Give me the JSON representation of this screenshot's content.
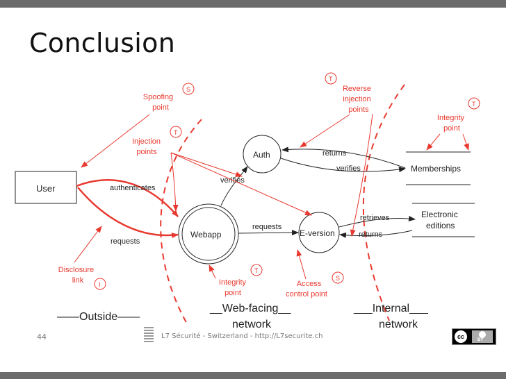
{
  "slide": {
    "title": "Conclusion",
    "page_number": "44",
    "footer_text": "L7 Sécurité - Switzerland - http://L7securite.ch"
  },
  "diagram": {
    "nodes": {
      "user": "User",
      "auth": "Auth",
      "webapp": "Webapp",
      "eversion": "E-version",
      "memberships": "Memberships",
      "electronic_editions": [
        "Electronic",
        "editions"
      ]
    },
    "edges": {
      "authenticates": "authenticates",
      "requests_user": "requests",
      "verifies_webapp": "verifies",
      "requests_webapp": "requests",
      "returns_auth": "returns",
      "verifies_auth": "verifies",
      "retrieves": "retrieves",
      "returns_edition": "returns"
    },
    "zones": {
      "outside": "——Outside——",
      "web_facing_line1": "__Web-facing__",
      "web_facing_line2": "network",
      "internal_line1": "___Internal___",
      "internal_line2": "network"
    },
    "threats": {
      "spoofing": [
        "Spoofing",
        "point"
      ],
      "spoofing_tag": "S",
      "injection": [
        "Injection",
        "points"
      ],
      "injection_tag": "T",
      "reverse_injection": [
        "Reverse",
        "injection",
        "points"
      ],
      "reverse_injection_tag": "T",
      "integrity_internal": [
        "Integrity",
        "point"
      ],
      "integrity_internal_tag": "T",
      "disclosure": [
        "Disclosure",
        "link"
      ],
      "disclosure_tag": "I",
      "integrity_web": [
        "Integrity",
        "point"
      ],
      "integrity_web_tag": "T",
      "access_control": [
        "Access",
        "control point"
      ],
      "access_control_tag": "S"
    },
    "colors": {
      "threat_red": "#e8392f",
      "ink": "#222222",
      "bars": "#6b6b6b"
    }
  }
}
